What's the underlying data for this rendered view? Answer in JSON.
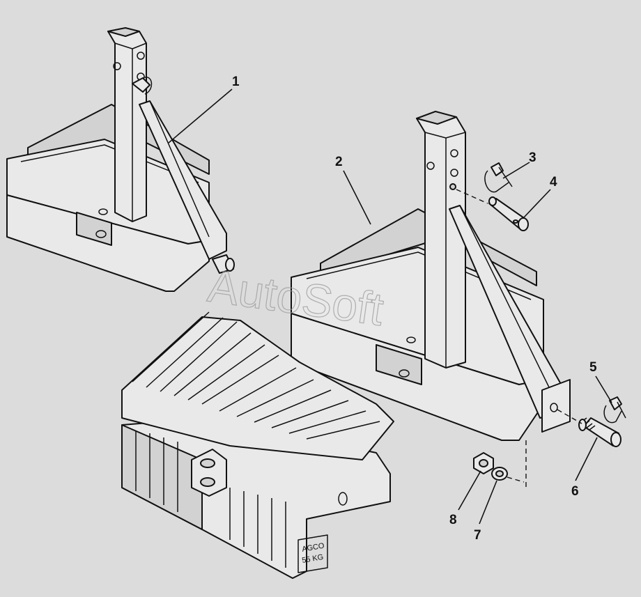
{
  "watermark": "AutoSoft",
  "callouts": {
    "c1": "1",
    "c2": "2",
    "c3": "3",
    "c4": "4",
    "c5": "5",
    "c6": "6",
    "c7": "7",
    "c8": "8"
  },
  "weight_stamp": {
    "line1": "AGCO",
    "line2": "55 KG"
  }
}
